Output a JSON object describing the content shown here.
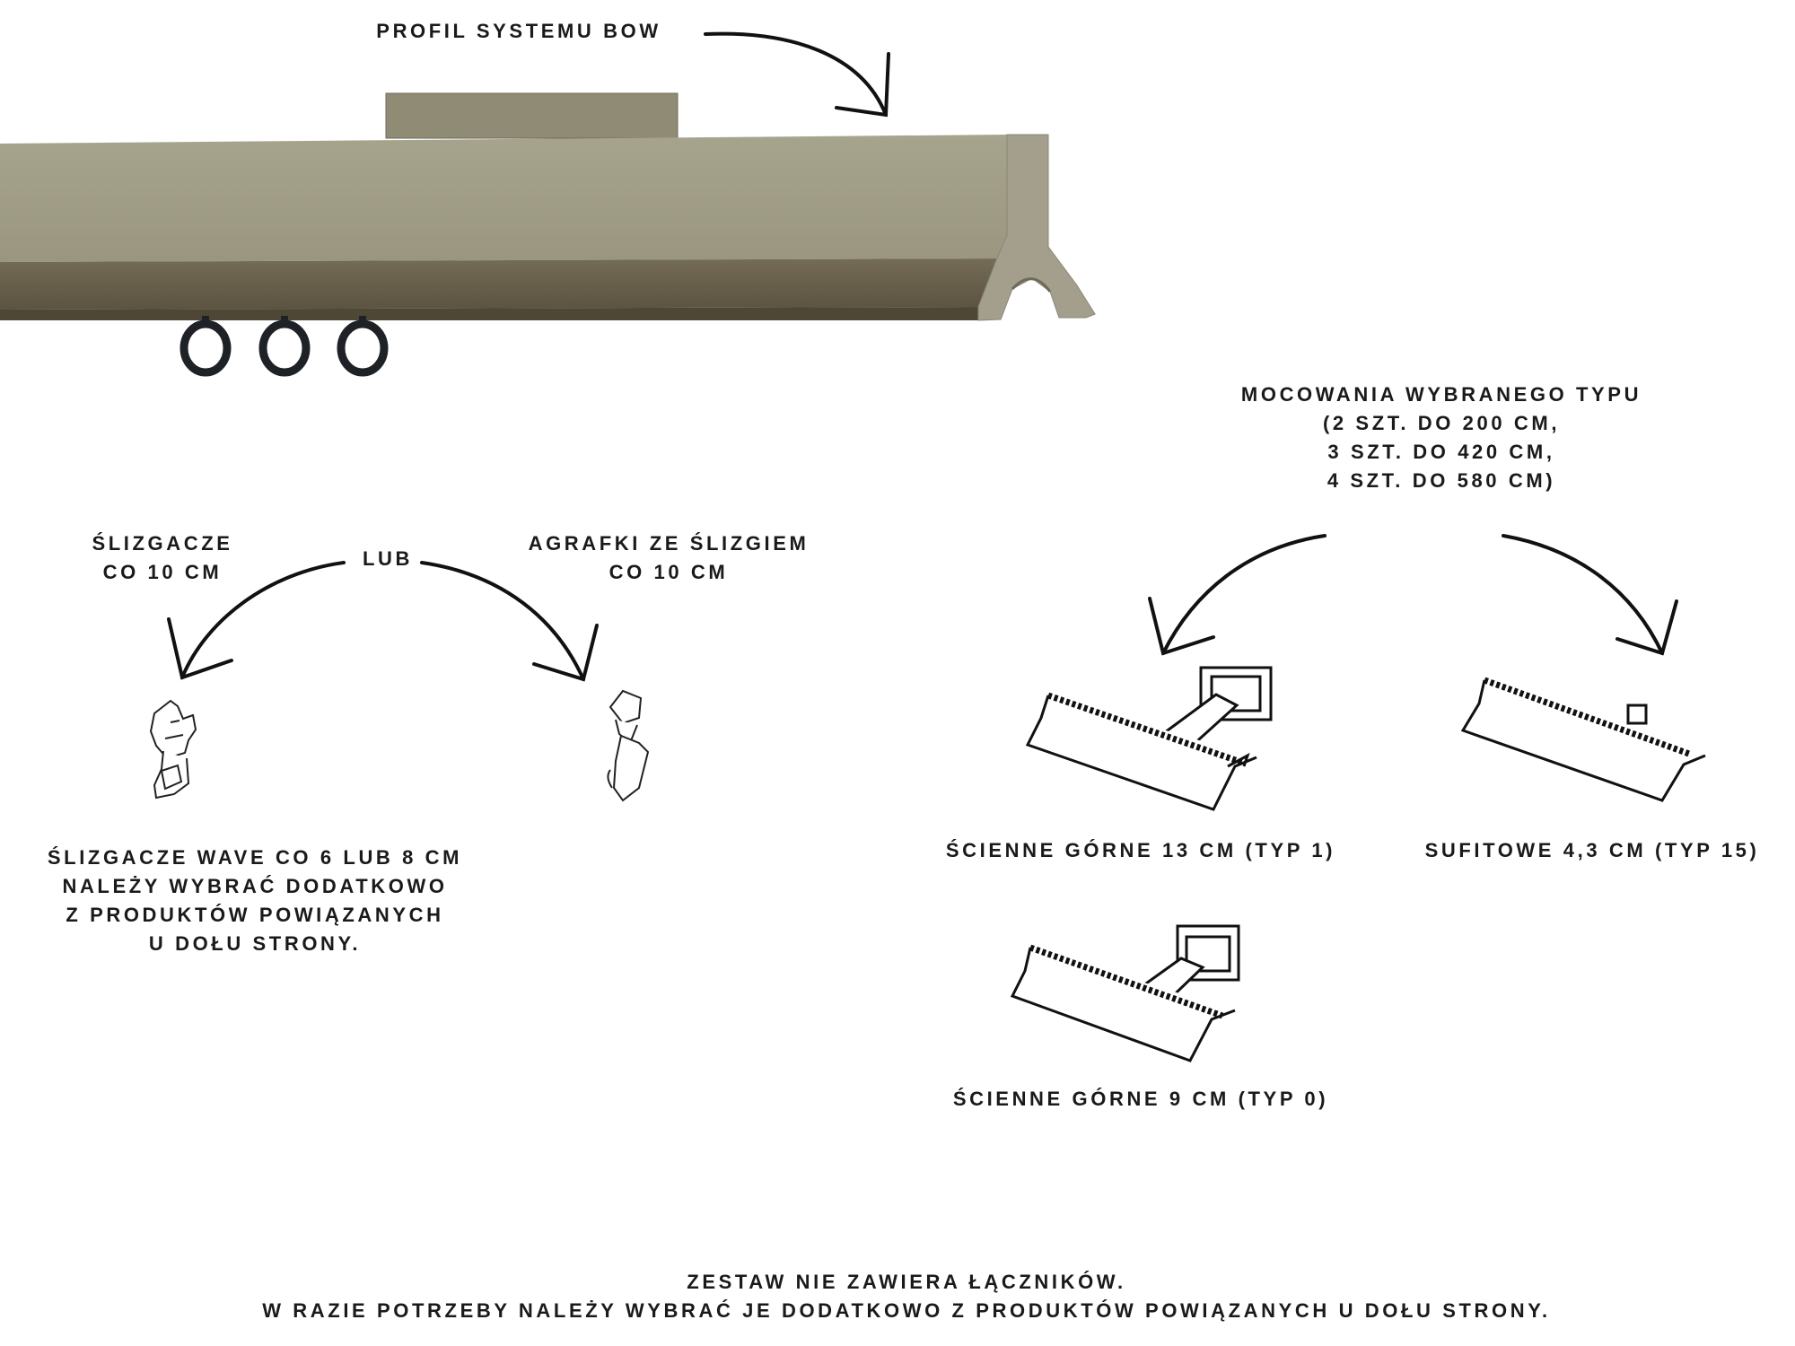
{
  "profile": {
    "label": "PROFIL SYSTEMU BOW",
    "rail_color": "#8f8b75",
    "ring_count": 3
  },
  "mounts_header": {
    "lines": [
      "MOCOWANIA WYBRANEGO TYPU",
      "(2 SZT. DO 200 CM,",
      "3 SZT. DO 420 CM,",
      "4 SZT. DO 580 CM)"
    ]
  },
  "runners": {
    "gliders": {
      "lines": [
        "ŚLIZGACZE",
        "CO 10 CM"
      ]
    },
    "or_label": "LUB",
    "hooks": {
      "lines": [
        "AGRAFKI ZE ŚLIZGIEM",
        "CO 10 CM"
      ]
    },
    "wave_note": {
      "lines": [
        "ŚLIZGACZE WAVE CO 6 LUB 8 CM",
        "NALEŻY WYBRAĆ DODATKOWO",
        "Z PRODUKTÓW POWIĄZANYCH",
        "U DOŁU STRONY."
      ]
    }
  },
  "mounts": [
    {
      "label": "ŚCIENNE GÓRNE 13 CM (TYP 1)"
    },
    {
      "label": "SUFITOWE 4,3 CM (TYP 15)"
    },
    {
      "label": "ŚCIENNE GÓRNE 9 CM (TYP 0)"
    }
  ],
  "footer": {
    "lines": [
      "ZESTAW NIE ZAWIERA ŁĄCZNIKÓW.",
      "W RAZIE POTRZEBY NALEŻY WYBRAĆ JE DODATKOWO Z PRODUKTÓW POWIĄZANYCH U DOŁU STRONY."
    ]
  }
}
